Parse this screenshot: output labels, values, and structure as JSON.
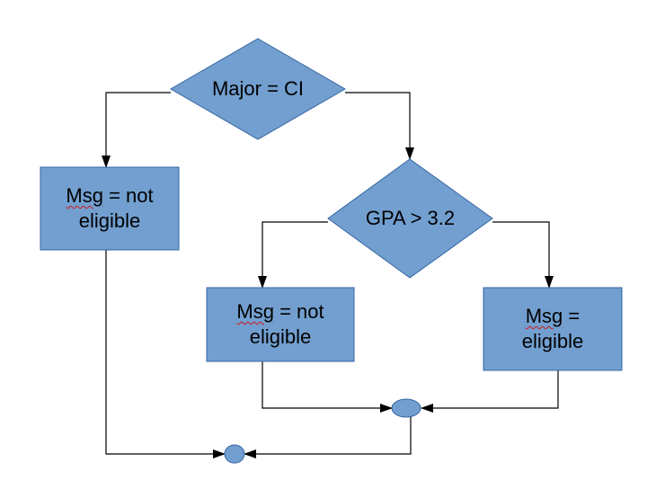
{
  "colors": {
    "shape_fill": "#729fcf",
    "shape_stroke": "#3465a4",
    "connector": "#000000",
    "spellcheck_underline": "#d01919"
  },
  "nodes": {
    "decision_major": {
      "label": "Major = CI"
    },
    "msg_left": {
      "label_word": "Msg",
      "label_rest": " = not",
      "label_line2": "eligible"
    },
    "decision_gpa": {
      "label": "GPA > 3.2"
    },
    "msg_mid": {
      "label_word": "Msg",
      "label_rest": " = not",
      "label_line2": "eligible"
    },
    "msg_right": {
      "label_word": "Msg",
      "label_rest": " =",
      "label_line2": "eligible"
    }
  }
}
